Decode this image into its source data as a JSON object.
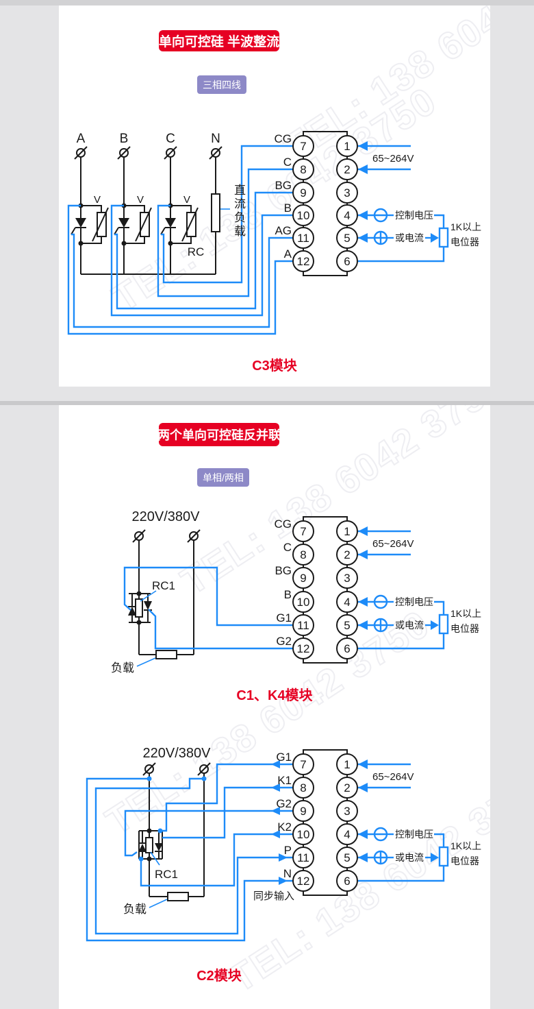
{
  "page": {
    "watermark": "TEL: 138 6042 3750"
  },
  "colors": {
    "accent_blue": "#1d8bf8",
    "accent_red": "#e60023",
    "badge_purple": "#8d89c7"
  },
  "connector_common": {
    "pins_left": [
      "7",
      "8",
      "9",
      "10",
      "11",
      "12"
    ],
    "pins_right": [
      "1",
      "2",
      "3",
      "4",
      "5",
      "6"
    ],
    "supply": "65~264V",
    "control_voltage_label": "控制电压",
    "control_current_label": "或电流",
    "pot_label_line1": "1K以上",
    "pot_label_line2": "电位器"
  },
  "section1": {
    "banner": "单向可控硅 半波整流",
    "badge": "三相四线",
    "module_label": "C3模块",
    "phases": [
      "A",
      "B",
      "C",
      "N"
    ],
    "varistor_label": "V",
    "snubber_label": "RC",
    "dc_load_label": "直流负载",
    "connector_left_labels": [
      "CG",
      "C",
      "BG",
      "B",
      "AG",
      "A"
    ]
  },
  "section2": {
    "banner": "两个单向可控硅反并联",
    "badge": "单相/两相",
    "top": {
      "module_label": "C1、K4模块",
      "voltage_label": "220V/380V",
      "snubber_label": "RC1",
      "load_label": "负载",
      "connector_left_labels": [
        "CG",
        "C",
        "BG",
        "B",
        "G1",
        "G2"
      ]
    },
    "bottom": {
      "module_label": "C2模块",
      "voltage_label": "220V/380V",
      "snubber_label": "RC1",
      "load_label": "负载",
      "sync_label": "同步输入",
      "connector_left_labels": [
        "G1",
        "K1",
        "G2",
        "K2",
        "P",
        "N"
      ]
    }
  }
}
